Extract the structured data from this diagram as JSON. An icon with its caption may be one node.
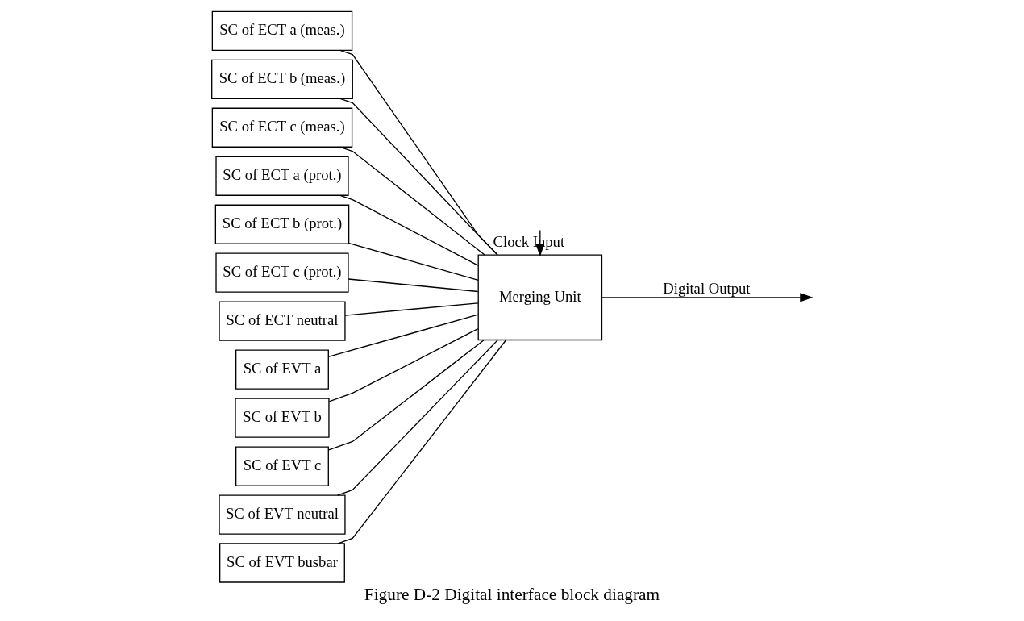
{
  "diagram": {
    "caption": "Figure D-2 Digital interface block diagram",
    "nodes": [
      {
        "text": [
          "SC of ECT a (meas.)"
        ]
      },
      {
        "text": [
          "SC of ECT b (meas.)"
        ]
      },
      {
        "text": [
          "SC of ECT c (meas.)"
        ]
      },
      {
        "text": [
          "SC of ECT a (prot.)"
        ]
      },
      {
        "text": [
          "SC of ECT b (prot.)"
        ]
      },
      {
        "text": [
          "SC of ECT c (prot.)"
        ]
      },
      {
        "text": [
          "SC of ECT neutral"
        ]
      },
      {
        "text": [
          "SC of EVT a"
        ]
      },
      {
        "text": [
          "SC of EVT b"
        ]
      },
      {
        "text": [
          "SC of EVT c"
        ]
      },
      {
        "text": [
          "SC of EVT neutral"
        ]
      },
      {
        "text": [
          "SC of EVT busbar"
        ]
      },
      {
        "text": [
          "Merging Unit"
        ]
      }
    ],
    "edges": [
      {
        "from": 0,
        "to": 12,
        "arrow": "none"
      },
      {
        "from": 1,
        "to": 12,
        "arrow": "none"
      },
      {
        "from": 2,
        "to": 12,
        "arrow": "none"
      },
      {
        "from": 3,
        "to": 12,
        "arrow": "none"
      },
      {
        "from": 4,
        "to": 12,
        "arrow": "none"
      },
      {
        "from": 5,
        "to": 12,
        "arrow": "none"
      },
      {
        "from": 6,
        "to": 12,
        "arrow": "none"
      },
      {
        "from": 7,
        "to": 12,
        "arrow": "none"
      },
      {
        "from": 8,
        "to": 12,
        "arrow": "none"
      },
      {
        "from": 9,
        "to": 12,
        "arrow": "none"
      },
      {
        "from": 10,
        "to": 12,
        "arrow": "none"
      },
      {
        "from": 11,
        "to": 12,
        "arrow": "none"
      },
      {
        "from": 12,
        "to": null,
        "arrow": "to",
        "label": "Digital Output"
      },
      {
        "from": null,
        "to": 12,
        "arrow": "to",
        "label": "Clock Input"
      }
    ]
  }
}
